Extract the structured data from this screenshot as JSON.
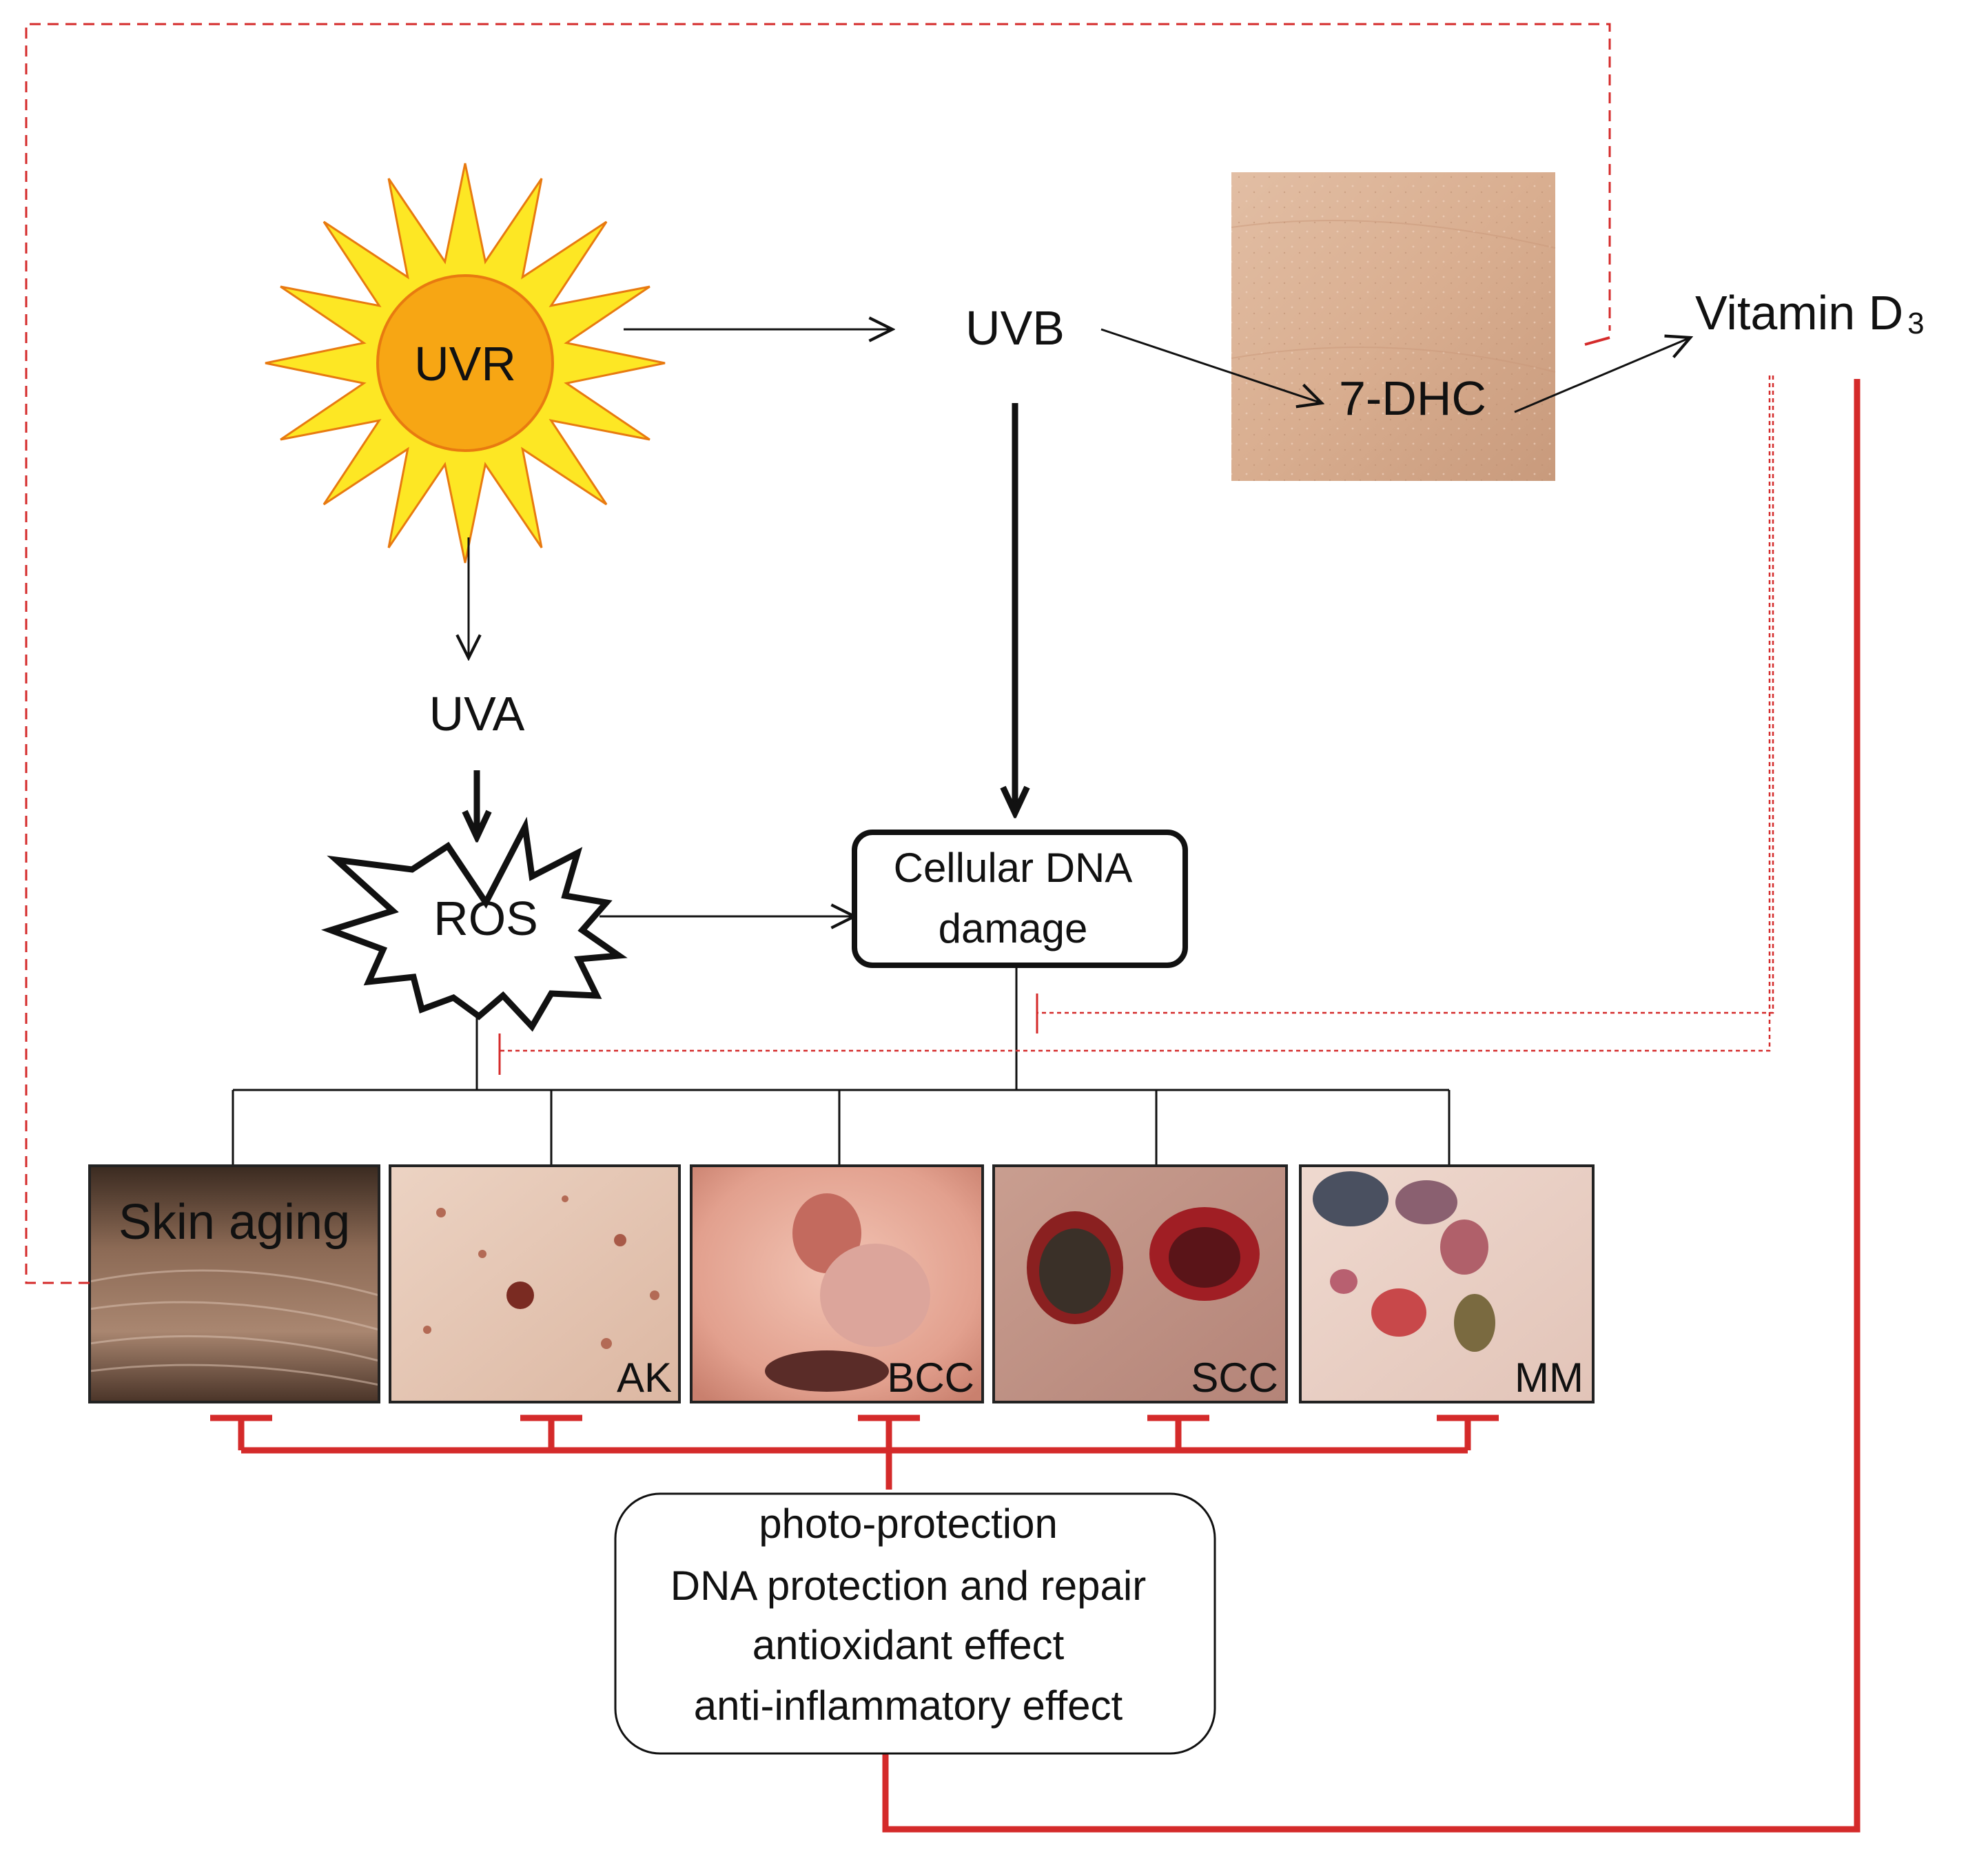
{
  "nodes": {
    "uvr": "UVR",
    "uvb": "UVB",
    "uva": "UVA",
    "ros": "ROS",
    "dhc": "7-DHC",
    "vitamin_d_main": "Vitamin D",
    "vitamin_d_sub": "3",
    "dna_damage_line1": "Cellular DNA",
    "dna_damage_line2": "damage"
  },
  "photos": {
    "skin_aging": "Skin aging",
    "ak": "AK",
    "bcc": "BCC",
    "scc": "SCC",
    "mm": "MM"
  },
  "effects": [
    "photo-protection",
    "DNA protection and repair",
    "antioxidant effect",
    "anti-inflammatory effect"
  ],
  "colors": {
    "inhibition": "#d42a2a",
    "sun_rays": "#fde724",
    "sun_core": "#f7a614",
    "sun_outline": "#e87a10",
    "skin_aging_label": "#e8e61c"
  }
}
